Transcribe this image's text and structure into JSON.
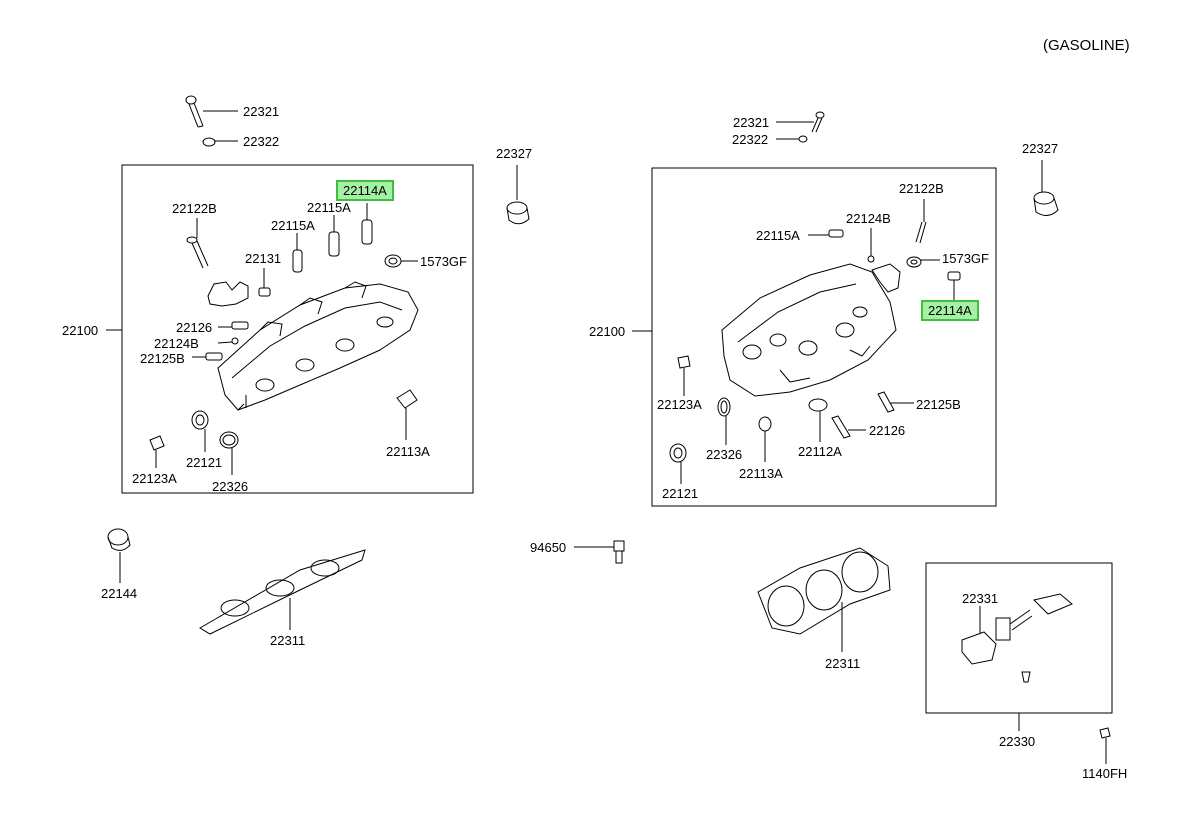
{
  "header": {
    "variant": "(GASOLINE)"
  },
  "colors": {
    "highlight_fill": "#a6f0a6",
    "highlight_border": "#3fbf3f",
    "line": "#000000"
  },
  "left": {
    "assembly": "22100",
    "bolt": "22321",
    "washer": "22322",
    "plug": "22327",
    "seal": "22144",
    "gasket": "22311",
    "parts": {
      "p22114A": "22114A",
      "p22115A_1": "22115A",
      "p22115A_2": "22115A",
      "p22122B": "22122B",
      "p22131": "22131",
      "p1573GF": "1573GF",
      "p22126": "22126",
      "p22124B": "22124B",
      "p22125B": "22125B",
      "p22123A": "22123A",
      "p22121": "22121",
      "p22326": "22326",
      "p22113A": "22113A"
    }
  },
  "right": {
    "assembly": "22100",
    "bolt": "22321",
    "washer": "22322",
    "plug": "22327",
    "gasket": "22311",
    "sensor_box": "22330",
    "sensor": "22331",
    "bolt2": "1140FH",
    "parts": {
      "p22122B": "22122B",
      "p22124B": "22124B",
      "p22115A": "22115A",
      "p1573GF": "1573GF",
      "p22114A": "22114A",
      "p22123A": "22123A",
      "p22326": "22326",
      "p22113A": "22113A",
      "p22112A": "22112A",
      "p22126": "22126",
      "p22125B": "22125B",
      "p22121": "22121"
    }
  },
  "center": {
    "sensor": "94650"
  }
}
